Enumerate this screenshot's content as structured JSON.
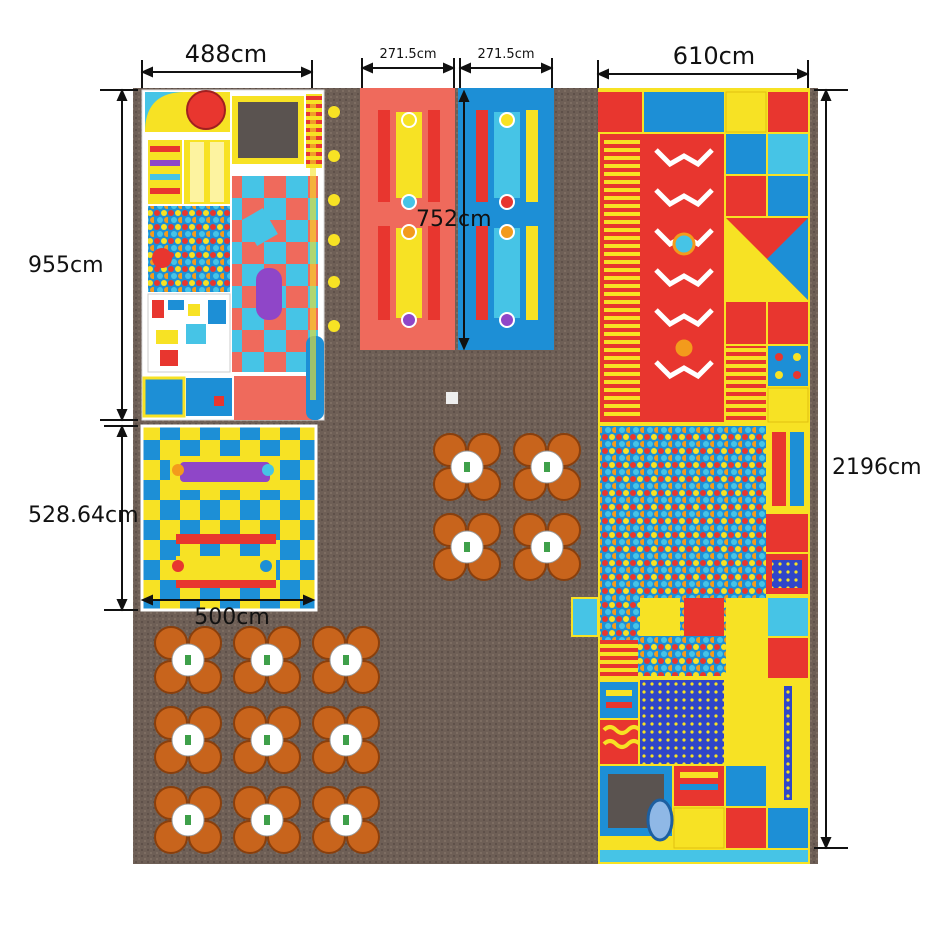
{
  "dimensions": {
    "left_width": "488cm",
    "trampoline_1_width": "271.5cm",
    "trampoline_2_width": "271.5cm",
    "right_width": "610cm",
    "left_upper_height": "955cm",
    "trampoline_length": "752cm",
    "left_lower_height": "528.64cm",
    "left_lower_width": "500cm",
    "right_height": "2196cm"
  },
  "colors": {
    "floor": "#6e5f56",
    "red": "#e8362f",
    "yellow": "#f7e224",
    "blue": "#1d8fd6",
    "light_blue": "#46c4e6",
    "coral": "#ef6a5c",
    "purple": "#8f46c8",
    "orange_chair": "#c8641c",
    "white": "#ffffff"
  },
  "areas": [
    "toddler-play-zone",
    "trampoline-lane-red",
    "trampoline-lane-blue",
    "multi-level-play-structure",
    "ball-pit",
    "soft-play-pad",
    "dining-area"
  ]
}
